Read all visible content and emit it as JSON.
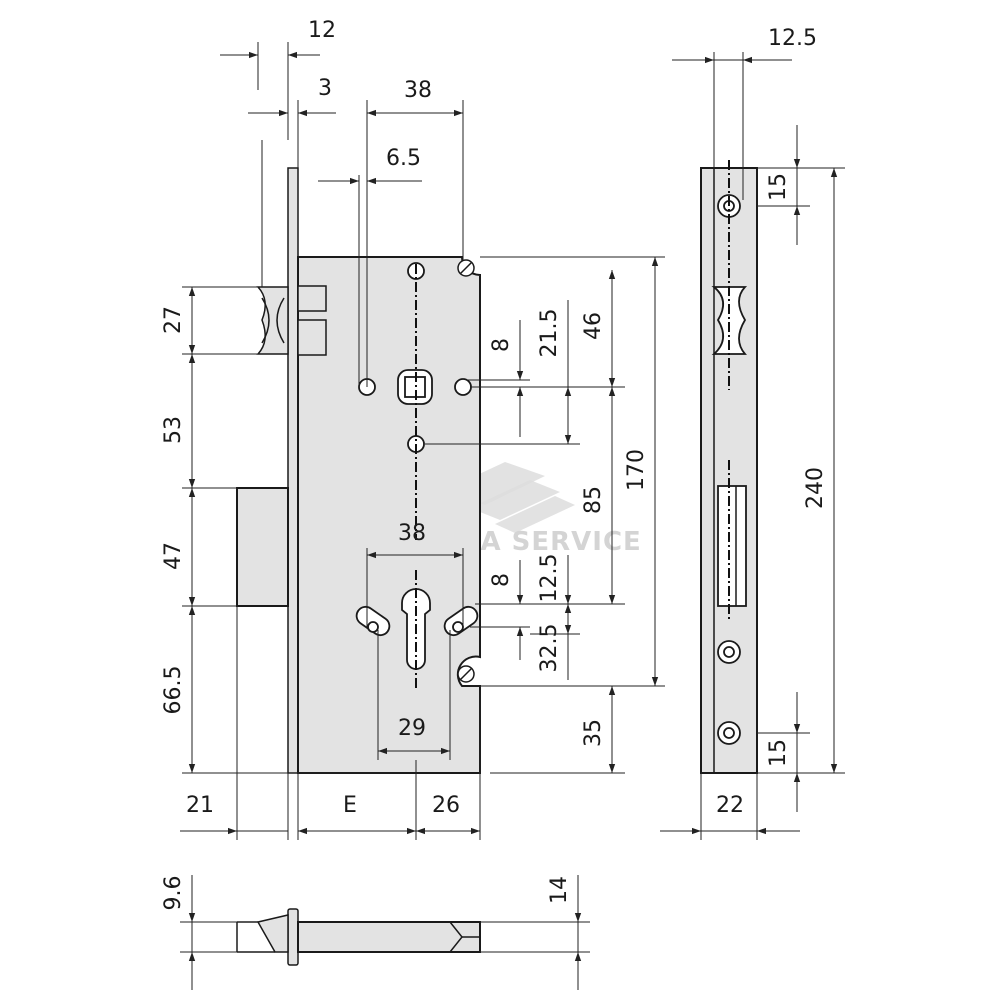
{
  "watermark": {
    "text": "CISA SERVICE"
  },
  "front_view": {
    "dim_12": "12",
    "dim_3": "3",
    "dim_38_top": "38",
    "dim_6_5": "6.5",
    "dim_27": "27",
    "dim_53": "53",
    "dim_47": "47",
    "dim_66_5": "66.5",
    "dim_8_top": "8",
    "dim_21_5": "21.5",
    "dim_46": "46",
    "dim_170": "170",
    "dim_85": "85",
    "dim_38_cyl": "38",
    "dim_8_cyl": "8",
    "dim_12_5_cyl": "12.5",
    "dim_32_5": "32.5",
    "dim_35": "35",
    "dim_29": "29",
    "dim_21": "21",
    "dim_E": "E",
    "dim_26": "26"
  },
  "side_view": {
    "dim_12_5": "12.5",
    "dim_15_top": "15",
    "dim_240": "240",
    "dim_15_bottom": "15",
    "dim_22": "22"
  },
  "bottom_view": {
    "dim_9_6": "9.6",
    "dim_14": "14"
  }
}
